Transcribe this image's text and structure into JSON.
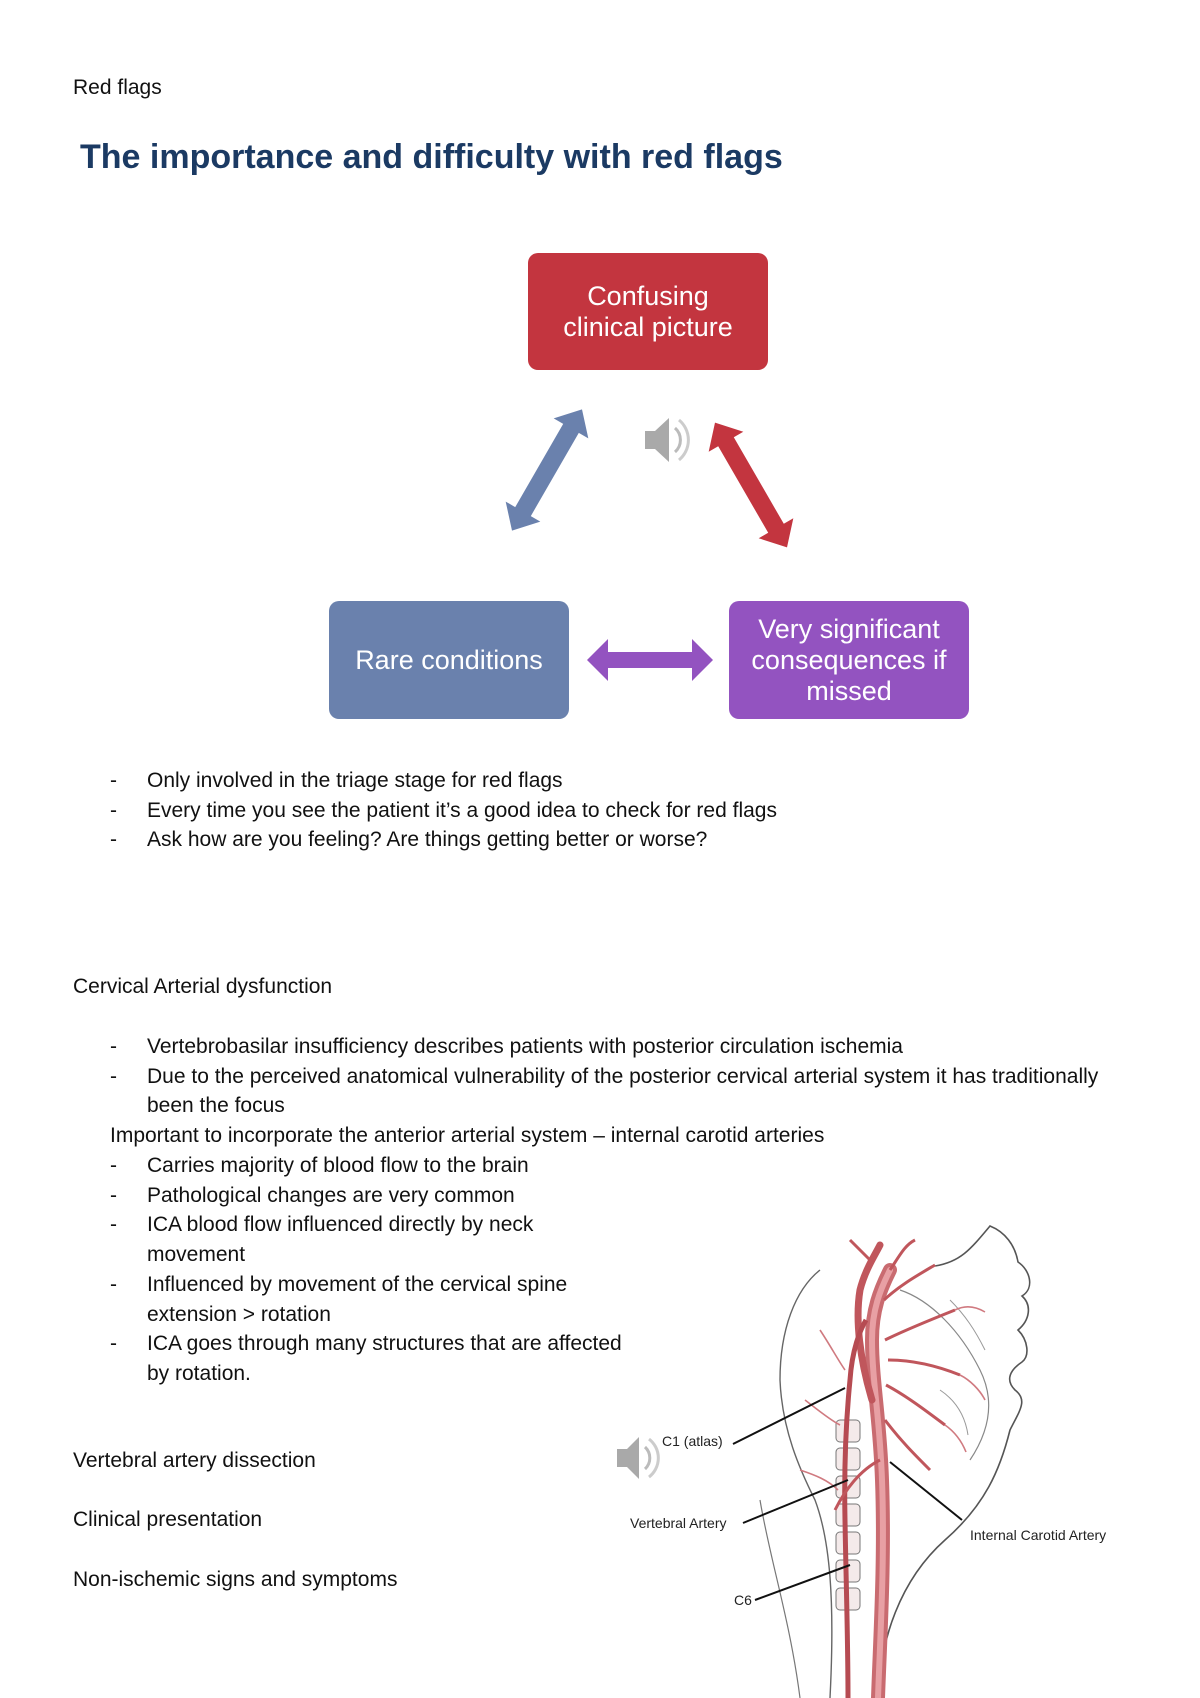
{
  "page": {
    "header": "Red flags",
    "title": "The importance and difficulty with red flags"
  },
  "diagram": {
    "top_box": "Confusing\nclinical picture",
    "left_box": "Rare conditions",
    "right_box": "Very significant\nconsequences if\nmissed",
    "colors": {
      "red": "#c3353f",
      "blue": "#6a81ad",
      "purple": "#9353c0",
      "title": "#1b3a63"
    },
    "audio_icon": "speaker-icon"
  },
  "triage_bullets": [
    "Only involved in the triage stage for red flags",
    "Every time you see the patient it’s a good idea to check for red flags",
    "Ask how are you feeling? Are things getting better or worse?"
  ],
  "cervical": {
    "heading": "Cervical Arterial dysfunction",
    "bullets": [
      "Vertebrobasilar insufficiency describes patients with posterior circulation ischemia",
      "Due to the perceived anatomical vulnerability of the posterior cervical arterial system it has traditionally been the focus"
    ],
    "note": "Important to incorporate the anterior arterial system – internal carotid arteries",
    "ica_bullets": [
      "Carries majority of blood flow to the brain",
      "Pathological changes are very common",
      "ICA blood flow influenced directly by neck movement",
      "Influenced by movement of the cervical spine extension > rotation",
      "ICA goes through many structures that are affected by rotation."
    ]
  },
  "sections": {
    "vertebral": "Vertebral artery dissection",
    "clinical": "Clinical presentation",
    "non_ischemic": "Non-ischemic signs and symptoms"
  },
  "anatomy": {
    "c1_label": "C1 (atlas)",
    "vertebral_label": "Vertebral Artery",
    "carotid_label": "Internal Carotid Artery",
    "c6_label": "C6",
    "audio_icon": "speaker-icon"
  }
}
